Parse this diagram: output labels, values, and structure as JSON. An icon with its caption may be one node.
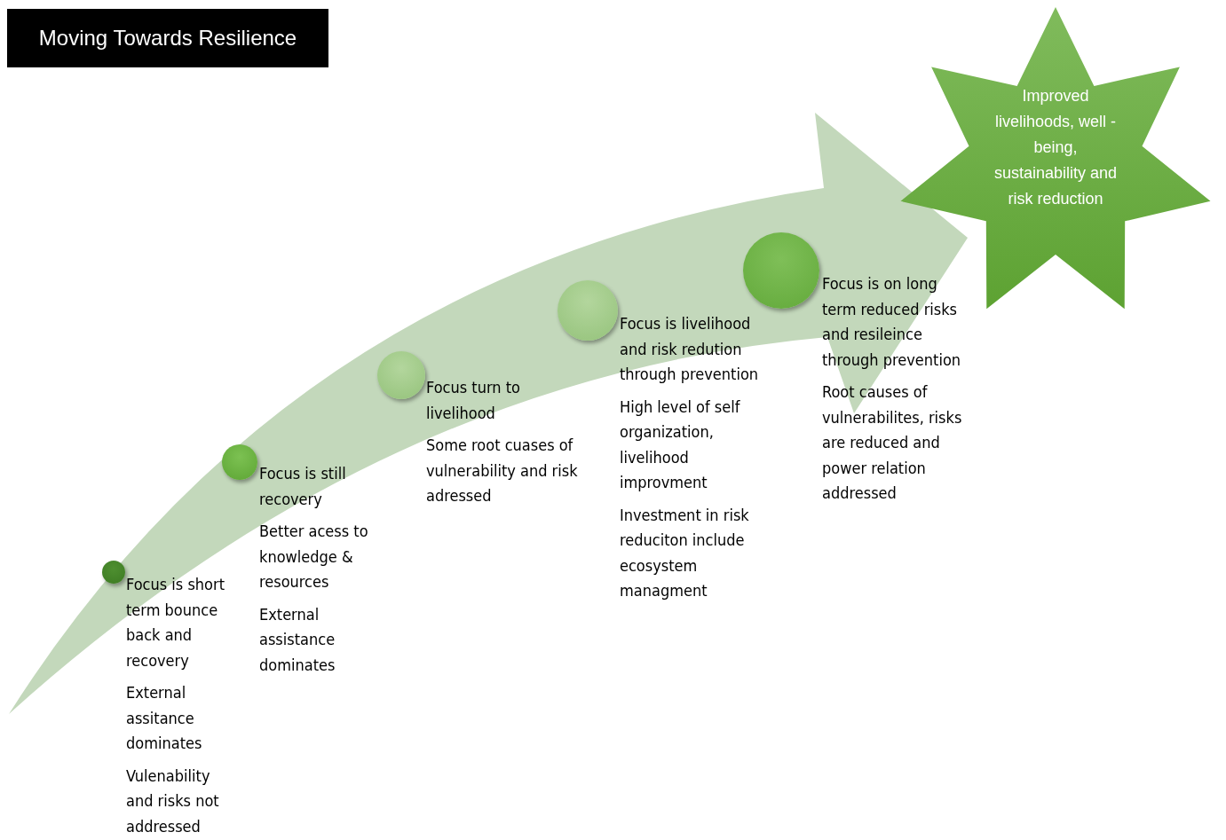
{
  "diagram": {
    "title": "Moving Towards Resilience",
    "nodes": [
      {
        "text": [],
        "shape": "circle",
        "beside": [
          "Focus is short term bounce back and recovery",
          "External assitance dominates",
          "Vulenability and risks not addressed"
        ]
      },
      {
        "text": [],
        "shape": "circle",
        "beside": [
          "Focus is still recovery",
          "Better acess to knowledge & resources",
          "External assistance dominates"
        ]
      },
      {
        "text": [],
        "shape": "circle",
        "beside": [
          "Focus turn to livelihood",
          "Some root cuases of vulnerability and risk adressed"
        ]
      },
      {
        "text": [],
        "shape": "circle",
        "beside": [
          "Focus is livelihood and risk redution through prevention",
          "High level of self organization, livelihood improvment",
          "Investment in risk reduciton include ecosystem managment"
        ]
      },
      {
        "text": [],
        "shape": "circle",
        "beside": [
          "Focus is on long term reduced risks and resileince through prevention",
          "Root causes of vulnerabilites, risks are reduced and power relation addressed"
        ]
      },
      {
        "text": [
          "Improved livelihoods, well -being, sustainability and risk reduction"
        ]
      }
    ],
    "edges": [
      {
        "from": null,
        "to": 5,
        "arrow": "to"
      }
    ]
  }
}
